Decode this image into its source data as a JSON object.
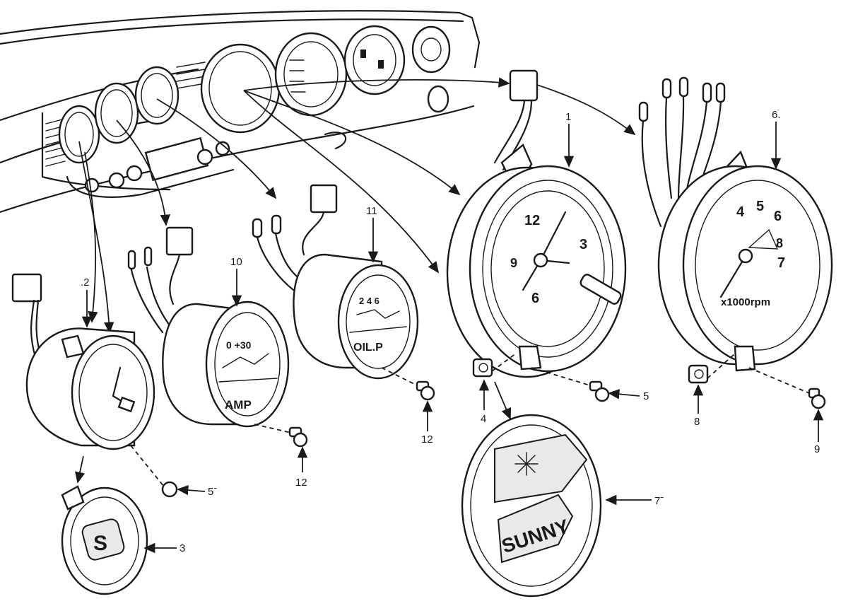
{
  "callouts": {
    "c1": "1",
    "c2": ".2",
    "c3": "3",
    "c4": "4",
    "c5a": "5",
    "c5b": "5ˉ",
    "c6": "6.",
    "c7": "7ˉ",
    "c8": "8",
    "c9": "9",
    "c10": "10",
    "c11": "11",
    "c12a": "12",
    "c12b": "12"
  },
  "gauge_faces": {
    "ammeter_label": "AMP",
    "ammeter_scale": "0   +30",
    "oil_pressure_label": "OIL.P",
    "oil_pressure_scale": "2  4  6",
    "speedo_12": "12",
    "speedo_3": "3",
    "speedo_6": "6",
    "speedo_9": "9",
    "tach_4": "4",
    "tach_5": "5",
    "tach_6": "6",
    "tach_7": "7",
    "tach_8": "8",
    "tach_unit": "x1000rpm",
    "badge_s": "S",
    "cover_brand": "SUNNY"
  },
  "colors": {
    "ink": "#1a1a1a",
    "paper": "#ffffff",
    "shade": "#e9e9e9"
  }
}
